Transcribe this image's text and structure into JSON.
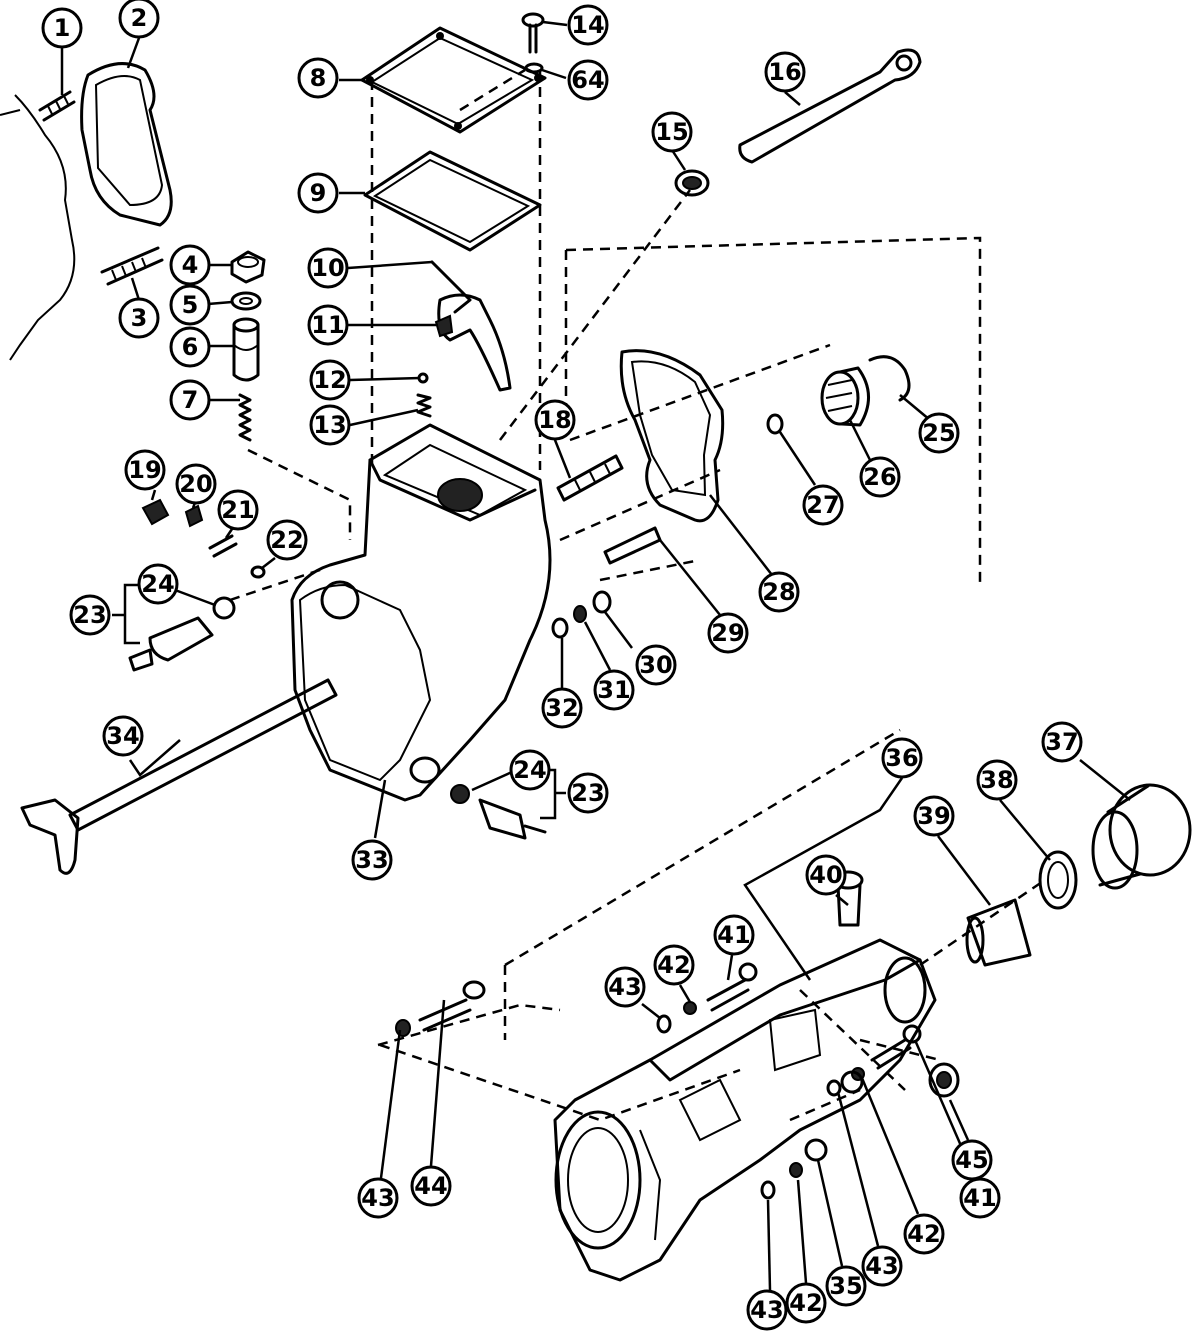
{
  "callouts": [
    "1",
    "2",
    "3",
    "4",
    "5",
    "6",
    "7",
    "8",
    "9",
    "10",
    "11",
    "12",
    "13",
    "14",
    "15",
    "16",
    "18",
    "19",
    "20",
    "21",
    "22",
    "23",
    "24",
    "25",
    "26",
    "27",
    "28",
    "29",
    "30",
    "31",
    "32",
    "33",
    "34",
    "35",
    "36",
    "37",
    "38",
    "39",
    "40",
    "41",
    "42",
    "43",
    "44",
    "45",
    "64"
  ],
  "labels": {
    "c1": "1",
    "c2": "2",
    "c3": "3",
    "c4": "4",
    "c5": "5",
    "c6": "6",
    "c7": "7",
    "c8": "8",
    "c9": "9",
    "c10": "10",
    "c11": "11",
    "c12": "12",
    "c13": "13",
    "c14": "14",
    "c64": "64",
    "c15": "15",
    "c16": "16",
    "c18": "18",
    "c19": "19",
    "c20": "20",
    "c21": "21",
    "c22": "22",
    "c23a": "23",
    "c24a": "24",
    "c25": "25",
    "c26": "26",
    "c27": "27",
    "c28": "28",
    "c29": "29",
    "c30": "30",
    "c31": "31",
    "c32": "32",
    "c33": "33",
    "c34": "34",
    "c24b": "24",
    "c23b": "23",
    "c36": "36",
    "c37": "37",
    "c38": "38",
    "c39": "39",
    "c40": "40",
    "c41a": "41",
    "c42a": "42",
    "c43a": "43",
    "c44": "44",
    "c43b": "43",
    "c45": "45",
    "c41b": "41",
    "c42b": "42",
    "c43c": "43",
    "c35": "35",
    "c42c": "42",
    "c43d": "43"
  }
}
